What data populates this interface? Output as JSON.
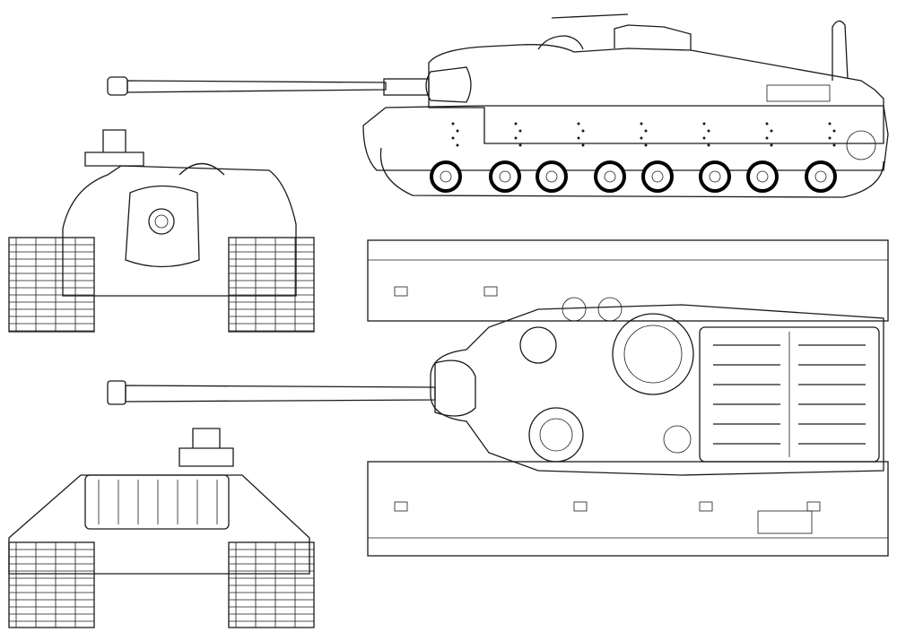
{
  "drawing": {
    "subject": "heavy-tank-blueprint",
    "views": [
      "side-view",
      "front-view",
      "top-view",
      "rear-view"
    ],
    "colors": {
      "line": "#1a1a1a",
      "background": "#ffffff"
    },
    "road_wheels_per_side": 8
  }
}
